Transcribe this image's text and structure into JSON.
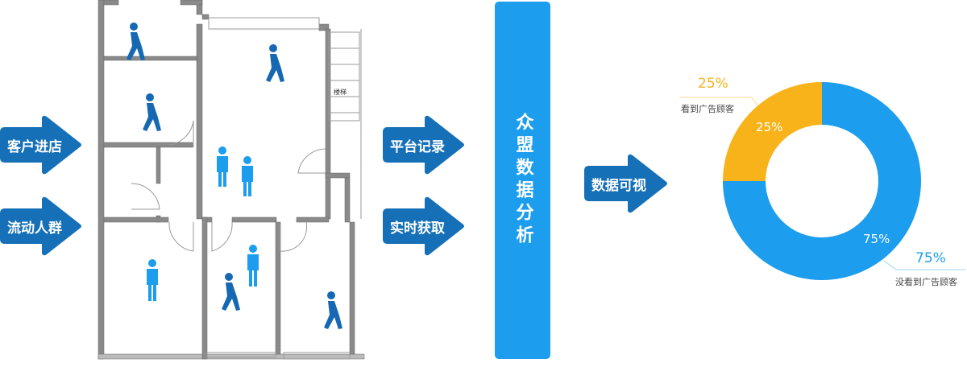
{
  "inputs": [
    {
      "label": "客户进店"
    },
    {
      "label": "流动人群"
    }
  ],
  "outputs": [
    {
      "label": "平台记录"
    },
    {
      "label": "实时获取"
    }
  ],
  "floorplan": {
    "stairs_label": "楼梯"
  },
  "analysis_bar": {
    "label": "众盟数据分析"
  },
  "visualize_arrow": {
    "label": "数据可视"
  },
  "colors": {
    "arrow": "#1670b7",
    "bar": "#1c9ded",
    "blue": "#1c9ded",
    "orange": "#f8b31a",
    "walker": "#1668b3"
  },
  "chart_data": {
    "type": "pie",
    "donut": true,
    "slices": [
      {
        "name": "看到广告顾客",
        "value": 25,
        "label": "25%",
        "color": "#f8b31a"
      },
      {
        "name": "没看到广告顾客",
        "value": 75,
        "label": "75%",
        "color": "#1c9ded"
      }
    ]
  }
}
